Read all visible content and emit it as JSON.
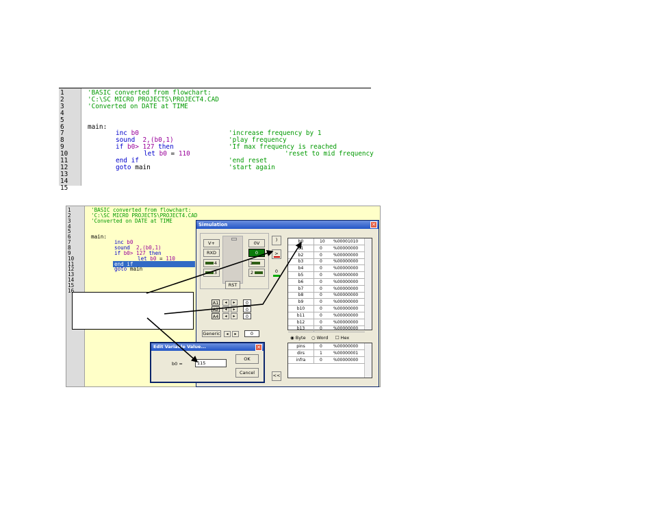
{
  "top_code": {
    "lines": [
      {
        "n": "1",
        "code": "'BASIC converted from flowchart:"
      },
      {
        "n": "2",
        "code": "'C:\\SC MICRO PROJECTS\\PROJECT4.CAD"
      },
      {
        "n": "3",
        "code": "'Converted on DATE at TIME"
      },
      {
        "n": "4",
        "code": ""
      },
      {
        "n": "5",
        "code": ""
      },
      {
        "n": "6",
        "code": "main:"
      },
      {
        "n": "7",
        "code": "inc b0",
        "comment": "'increase frequency by 1"
      },
      {
        "n": "8",
        "code": "sound  2,(b0,1)",
        "comment": "'play frequency"
      },
      {
        "n": "9",
        "code": "if b0> 127 then",
        "comment": "'If max frequency is reached"
      },
      {
        "n": "10",
        "code": "let b0 = 110",
        "comment": "'reset to mid frequency"
      },
      {
        "n": "11",
        "code": "end if",
        "comment": "'end reset"
      },
      {
        "n": "12",
        "code": "goto main",
        "comment": "'start again"
      },
      {
        "n": "13",
        "code": ""
      },
      {
        "n": "14",
        "code": ""
      },
      {
        "n": "15",
        "code": ""
      }
    ]
  },
  "shot_code": {
    "lines": [
      {
        "n": "1",
        "code": "'BASIC converted from flowchart:"
      },
      {
        "n": "2",
        "code": "'C:\\SC MICRO PROJECTS\\PROJECT4.CAD"
      },
      {
        "n": "3",
        "code": "'Converted on DATE at TIME"
      },
      {
        "n": "4",
        "code": ""
      },
      {
        "n": "5",
        "code": ""
      },
      {
        "n": "6",
        "code": "main:"
      },
      {
        "n": "7",
        "code": "inc b0"
      },
      {
        "n": "8",
        "code": "sound  2,(b0,1)"
      },
      {
        "n": "9",
        "code": "if b0> 127 then"
      },
      {
        "n": "10",
        "code": "let b0 = 110"
      },
      {
        "n": "11",
        "code": "end if"
      },
      {
        "n": "12",
        "code": "goto main"
      },
      {
        "n": "13",
        "code": ""
      },
      {
        "n": "14",
        "code": ""
      },
      {
        "n": "15",
        "code": ""
      },
      {
        "n": "16",
        "code": ""
      }
    ]
  },
  "simulation": {
    "title": "Simulation",
    "vplus": "V+",
    "ov": "0V",
    "rxd": "RXD",
    "in0": "0",
    "btn4": "4",
    "btn3": "3",
    "btn2": "2",
    "btn1": "1",
    "led0": "0",
    "rst": "RST",
    "analog": [
      {
        "label": "A1",
        "value": "0"
      },
      {
        "label": "A2",
        "value": "0"
      },
      {
        "label": "A4",
        "value": "0"
      }
    ],
    "generic": "Generic",
    "generic_value": "0",
    "close_paren": ")",
    "gt": ">",
    "back": "<<",
    "vars": [
      {
        "name": "b0",
        "val": "10",
        "bin": "%00001010"
      },
      {
        "name": "b1",
        "val": "0",
        "bin": "%00000000"
      },
      {
        "name": "b2",
        "val": "0",
        "bin": "%00000000"
      },
      {
        "name": "b3",
        "val": "0",
        "bin": "%00000000"
      },
      {
        "name": "b4",
        "val": "0",
        "bin": "%00000000"
      },
      {
        "name": "b5",
        "val": "0",
        "bin": "%00000000"
      },
      {
        "name": "b6",
        "val": "0",
        "bin": "%00000000"
      },
      {
        "name": "b7",
        "val": "0",
        "bin": "%00000000"
      },
      {
        "name": "b8",
        "val": "0",
        "bin": "%00000000"
      },
      {
        "name": "b9",
        "val": "0",
        "bin": "%00000000"
      },
      {
        "name": "b10",
        "val": "0",
        "bin": "%00000000"
      },
      {
        "name": "b11",
        "val": "0",
        "bin": "%00000000"
      },
      {
        "name": "b12",
        "val": "0",
        "bin": "%00000000"
      },
      {
        "name": "b13",
        "val": "0",
        "bin": "%00000000"
      }
    ],
    "radio": {
      "byte": "Byte",
      "word": "Word",
      "hex": "Hex"
    },
    "pins": [
      {
        "name": "pins",
        "val": "0",
        "bin": "%00000000"
      },
      {
        "name": "dirs",
        "val": "1",
        "bin": "%00000001"
      },
      {
        "name": "infra",
        "val": "0",
        "bin": "%00000000"
      }
    ]
  },
  "edit_dialog": {
    "title": "Edit Variable Value...",
    "label": "b0 =",
    "value": "115",
    "ok": "OK",
    "cancel": "Cancel"
  }
}
